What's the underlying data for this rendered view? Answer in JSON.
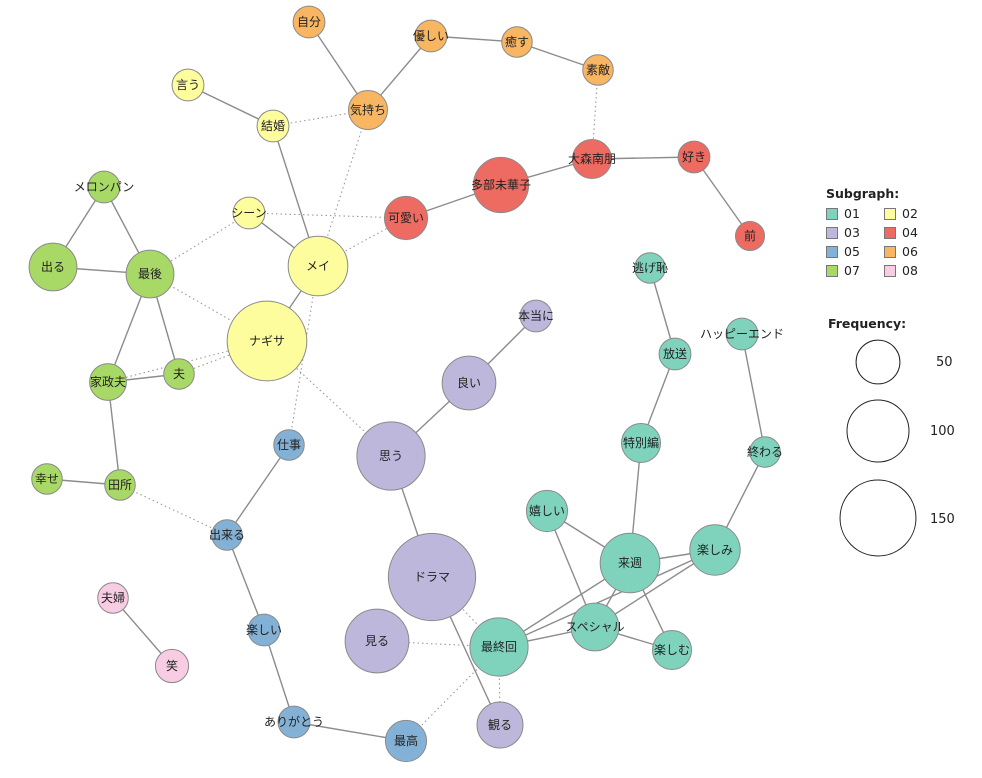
{
  "legend": {
    "subgraph_title": "Subgraph:",
    "subgraphs": [
      {
        "id": "01",
        "label": "01",
        "color": "#7fd3bd"
      },
      {
        "id": "02",
        "label": "02",
        "color": "#fdfd9e"
      },
      {
        "id": "03",
        "label": "03",
        "color": "#bdb8db"
      },
      {
        "id": "04",
        "label": "04",
        "color": "#ee6b63"
      },
      {
        "id": "05",
        "label": "05",
        "color": "#84b1d6"
      },
      {
        "id": "06",
        "label": "06",
        "color": "#f8b662"
      },
      {
        "id": "07",
        "label": "07",
        "color": "#a8d966"
      },
      {
        "id": "08",
        "label": "08",
        "color": "#f8cde3"
      }
    ],
    "frequency_title": "Frequency:",
    "frequencies": [
      {
        "label": "50",
        "value": 50
      },
      {
        "label": "100",
        "value": 100
      },
      {
        "label": "150",
        "value": 150
      }
    ]
  },
  "nodes": [
    {
      "id": "jibun",
      "label": "自分",
      "group": "06",
      "freq": 12
    },
    {
      "id": "yasashii",
      "label": "優しい",
      "group": "06",
      "freq": 12
    },
    {
      "id": "iyasu",
      "label": "癒す",
      "group": "06",
      "freq": 11
    },
    {
      "id": "suteki",
      "label": "素敵",
      "group": "06",
      "freq": 11
    },
    {
      "id": "kimochi",
      "label": "気持ち",
      "group": "06",
      "freq": 18
    },
    {
      "id": "iu",
      "label": "言う",
      "group": "02",
      "freq": 12
    },
    {
      "id": "kekkon",
      "label": "結婚",
      "group": "02",
      "freq": 12
    },
    {
      "id": "scene",
      "label": "シーン",
      "group": "02",
      "freq": 12
    },
    {
      "id": "mei",
      "label": "メイ",
      "group": "02",
      "freq": 42
    },
    {
      "id": "nagisa",
      "label": "ナギサ",
      "group": "02",
      "freq": 75
    },
    {
      "id": "oomori",
      "label": "大森南朋",
      "group": "04",
      "freq": 18
    },
    {
      "id": "suki",
      "label": "好き",
      "group": "04",
      "freq": 12
    },
    {
      "id": "tabe",
      "label": "多部未華子",
      "group": "04",
      "freq": 36
    },
    {
      "id": "kawaii",
      "label": "可愛い",
      "group": "04",
      "freq": 22
    },
    {
      "id": "mae",
      "label": "前",
      "group": "04",
      "freq": 10
    },
    {
      "id": "melonpan",
      "label": "メロンパン",
      "group": "07",
      "freq": 12
    },
    {
      "id": "deru",
      "label": "出る",
      "group": "07",
      "freq": 27
    },
    {
      "id": "saigo",
      "label": "最後",
      "group": "07",
      "freq": 27
    },
    {
      "id": "otto",
      "label": "夫",
      "group": "07",
      "freq": 11
    },
    {
      "id": "kaseifu",
      "label": "家政夫",
      "group": "07",
      "freq": 16
    },
    {
      "id": "shiawase",
      "label": "幸せ",
      "group": "07",
      "freq": 11
    },
    {
      "id": "tadokoro",
      "label": "田所",
      "group": "07",
      "freq": 11
    },
    {
      "id": "hontouni",
      "label": "本当に",
      "group": "03",
      "freq": 12
    },
    {
      "id": "yoi",
      "label": "良い",
      "group": "03",
      "freq": 34
    },
    {
      "id": "omou",
      "label": "思う",
      "group": "03",
      "freq": 55
    },
    {
      "id": "drama",
      "label": "ドラマ",
      "group": "03",
      "freq": 90
    },
    {
      "id": "miru",
      "label": "見る",
      "group": "03",
      "freq": 48
    },
    {
      "id": "miru2",
      "label": "観る",
      "group": "03",
      "freq": 25
    },
    {
      "id": "shigoto",
      "label": "仕事",
      "group": "05",
      "freq": 11
    },
    {
      "id": "dekiru",
      "label": "出来る",
      "group": "05",
      "freq": 11
    },
    {
      "id": "tanoshii",
      "label": "楽しい",
      "group": "05",
      "freq": 12
    },
    {
      "id": "arigatou",
      "label": "ありがとう",
      "group": "05",
      "freq": 12
    },
    {
      "id": "saikou",
      "label": "最高",
      "group": "05",
      "freq": 20
    },
    {
      "id": "nigehaji",
      "label": "逃げ恥",
      "group": "01",
      "freq": 11
    },
    {
      "id": "housou",
      "label": "放送",
      "group": "01",
      "freq": 12
    },
    {
      "id": "happyend",
      "label": "ハッピーエンド",
      "group": "01",
      "freq": 12
    },
    {
      "id": "tokubetsu",
      "label": "特別編",
      "group": "01",
      "freq": 18
    },
    {
      "id": "owaru",
      "label": "終わる",
      "group": "01",
      "freq": 11
    },
    {
      "id": "ureshii",
      "label": "嬉しい",
      "group": "01",
      "freq": 20
    },
    {
      "id": "raishuu",
      "label": "来週",
      "group": "01",
      "freq": 42
    },
    {
      "id": "tanoshimi",
      "label": "楽しみ",
      "group": "01",
      "freq": 30
    },
    {
      "id": "special",
      "label": "スペシャル",
      "group": "01",
      "freq": 27
    },
    {
      "id": "saishuukai",
      "label": "最終回",
      "group": "01",
      "freq": 40
    },
    {
      "id": "tanoshimu",
      "label": "楽しむ",
      "group": "01",
      "freq": 18
    },
    {
      "id": "fuufu",
      "label": "夫婦",
      "group": "08",
      "freq": 11
    },
    {
      "id": "warau",
      "label": "笑",
      "group": "08",
      "freq": 13
    }
  ],
  "edges": [
    {
      "source": "jibun",
      "target": "kimochi",
      "style": "solid"
    },
    {
      "source": "yasashii",
      "target": "kimochi",
      "style": "solid"
    },
    {
      "source": "yasashii",
      "target": "iyasu",
      "style": "solid"
    },
    {
      "source": "iyasu",
      "target": "suteki",
      "style": "solid"
    },
    {
      "source": "suteki",
      "target": "oomori",
      "style": "dotted"
    },
    {
      "source": "iu",
      "target": "kekkon",
      "style": "solid"
    },
    {
      "source": "kekkon",
      "target": "kimochi",
      "style": "dotted"
    },
    {
      "source": "kekkon",
      "target": "mei",
      "style": "solid"
    },
    {
      "source": "kimochi",
      "target": "mei",
      "style": "dotted"
    },
    {
      "source": "oomori",
      "target": "suki",
      "style": "solid"
    },
    {
      "source": "oomori",
      "target": "tabe",
      "style": "solid"
    },
    {
      "source": "suki",
      "target": "mae",
      "style": "solid"
    },
    {
      "source": "tabe",
      "target": "kawaii",
      "style": "solid"
    },
    {
      "source": "scene",
      "target": "kawaii",
      "style": "dotted"
    },
    {
      "source": "scene",
      "target": "mei",
      "style": "solid"
    },
    {
      "source": "scene",
      "target": "saigo",
      "style": "dotted"
    },
    {
      "source": "mei",
      "target": "kawaii",
      "style": "dotted"
    },
    {
      "source": "mei",
      "target": "nagisa",
      "style": "solid"
    },
    {
      "source": "mei",
      "target": "shigoto",
      "style": "dotted"
    },
    {
      "source": "melonpan",
      "target": "deru",
      "style": "solid"
    },
    {
      "source": "melonpan",
      "target": "saigo",
      "style": "solid"
    },
    {
      "source": "deru",
      "target": "saigo",
      "style": "solid"
    },
    {
      "source": "saigo",
      "target": "otto",
      "style": "solid"
    },
    {
      "source": "saigo",
      "target": "kaseifu",
      "style": "solid"
    },
    {
      "source": "saigo",
      "target": "nagisa",
      "style": "dotted"
    },
    {
      "source": "nagisa",
      "target": "otto",
      "style": "dotted"
    },
    {
      "source": "nagisa",
      "target": "kaseifu",
      "style": "dotted"
    },
    {
      "source": "nagisa",
      "target": "omou",
      "style": "dotted"
    },
    {
      "source": "otto",
      "target": "kaseifu",
      "style": "solid"
    },
    {
      "source": "kaseifu",
      "target": "tadokoro",
      "style": "solid"
    },
    {
      "source": "shiawase",
      "target": "tadokoro",
      "style": "solid"
    },
    {
      "source": "tadokoro",
      "target": "dekiru",
      "style": "dotted"
    },
    {
      "source": "hontouni",
      "target": "yoi",
      "style": "solid"
    },
    {
      "source": "yoi",
      "target": "omou",
      "style": "solid"
    },
    {
      "source": "omou",
      "target": "drama",
      "style": "solid"
    },
    {
      "source": "drama",
      "target": "miru2",
      "style": "solid"
    },
    {
      "source": "drama",
      "target": "saishuukai",
      "style": "dotted"
    },
    {
      "source": "miru",
      "target": "saishuukai",
      "style": "dotted"
    },
    {
      "source": "miru2",
      "target": "saishuukai",
      "style": "dotted"
    },
    {
      "source": "saikou",
      "target": "saishuukai",
      "style": "dotted"
    },
    {
      "source": "shigoto",
      "target": "dekiru",
      "style": "solid"
    },
    {
      "source": "dekiru",
      "target": "tanoshii",
      "style": "solid"
    },
    {
      "source": "tanoshii",
      "target": "arigatou",
      "style": "solid"
    },
    {
      "source": "arigatou",
      "target": "saikou",
      "style": "solid"
    },
    {
      "source": "nigehaji",
      "target": "housou",
      "style": "solid"
    },
    {
      "source": "housou",
      "target": "tokubetsu",
      "style": "solid"
    },
    {
      "source": "happyend",
      "target": "owaru",
      "style": "solid"
    },
    {
      "source": "owaru",
      "target": "tanoshimi",
      "style": "solid"
    },
    {
      "source": "tokubetsu",
      "target": "raishuu",
      "style": "solid"
    },
    {
      "source": "ureshii",
      "target": "raishuu",
      "style": "solid"
    },
    {
      "source": "ureshii",
      "target": "special",
      "style": "solid"
    },
    {
      "source": "raishuu",
      "target": "tanoshimi",
      "style": "solid"
    },
    {
      "source": "raishuu",
      "target": "special",
      "style": "solid"
    },
    {
      "source": "raishuu",
      "target": "saishuukai",
      "style": "solid"
    },
    {
      "source": "raishuu",
      "target": "tanoshimu",
      "style": "solid"
    },
    {
      "source": "special",
      "target": "tanoshimi",
      "style": "solid"
    },
    {
      "source": "special",
      "target": "saishuukai",
      "style": "solid"
    },
    {
      "source": "special",
      "target": "tanoshimu",
      "style": "solid"
    },
    {
      "source": "tanoshimi",
      "target": "saishuukai",
      "style": "solid"
    },
    {
      "source": "fuufu",
      "target": "warau",
      "style": "solid"
    }
  ]
}
